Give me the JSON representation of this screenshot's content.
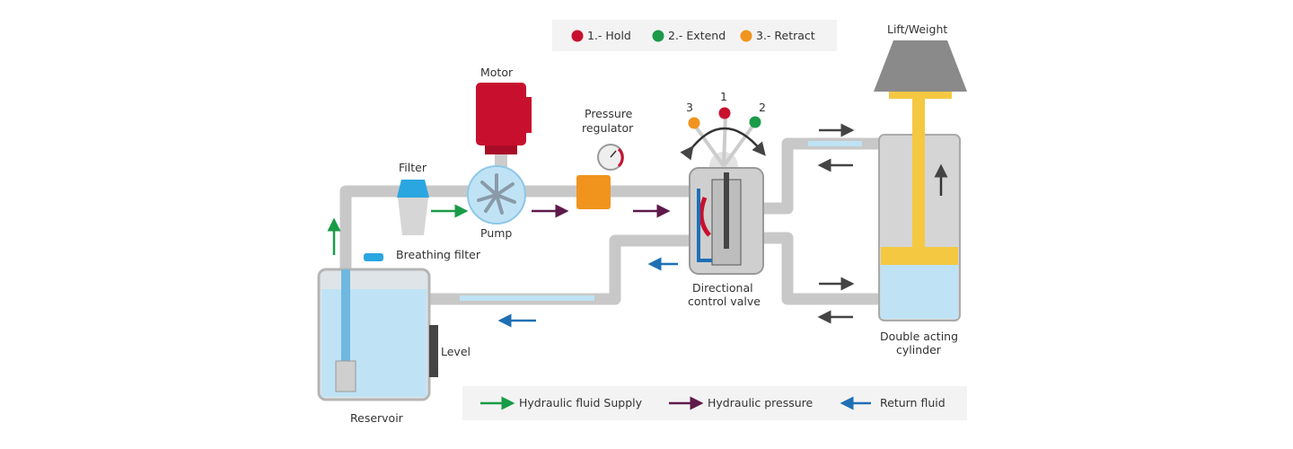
{
  "state_legend": {
    "items": [
      {
        "label": "1.- Hold",
        "color": "#c8102e"
      },
      {
        "label": "2.- Extend",
        "color": "#1a9b48"
      },
      {
        "label": "3.- Retract",
        "color": "#f0941e"
      }
    ]
  },
  "components": {
    "lift_weight": "Lift/Weight",
    "motor": "Motor",
    "pressure_regulator": [
      "Pressure",
      "regulator"
    ],
    "filter": "Filter",
    "pump": "Pump",
    "breathing_filter": "Breathing filter",
    "level": "Level",
    "reservoir": "Reservoir",
    "valve": [
      "Directional",
      "control valve"
    ],
    "cylinder": [
      "Double acting",
      "cylinder"
    ],
    "valve_positions": [
      "3",
      "1",
      "2"
    ]
  },
  "flow_legend": {
    "items": [
      {
        "label": "Hydraulic fluid Supply",
        "color": "#1a9b48"
      },
      {
        "label": "Hydraulic pressure",
        "color": "#5e1a4a"
      },
      {
        "label": "Return fluid",
        "color": "#1f6fb5"
      }
    ]
  },
  "colors": {
    "pipe": "#c8c8c8",
    "fluid": "#bfe3f5",
    "motor": "#c8102e",
    "regulator": "#f0941e",
    "rod": "#f5c842"
  }
}
